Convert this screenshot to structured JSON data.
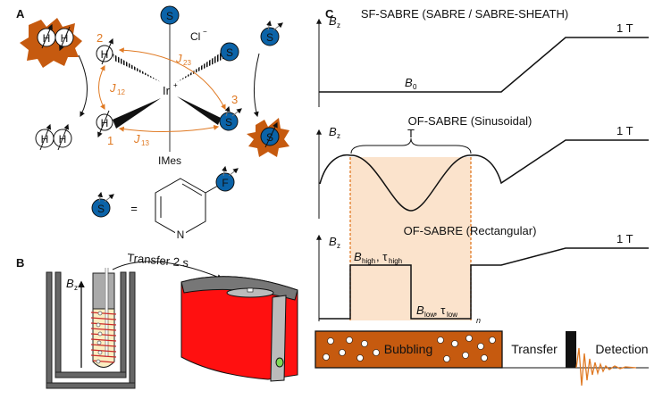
{
  "panels": {
    "A": {
      "label": "A",
      "chloride": "Cl",
      "chloride_sup": "−",
      "metal": "Ir",
      "metal_sup": "+",
      "ligand_bottom": "IMes",
      "hydride_label": "H",
      "substrate_label": "S",
      "fluorine_label": "F",
      "pyridine_N": "N",
      "equals": "=",
      "positions": [
        "1",
        "2",
        "3"
      ],
      "couplings": {
        "j12": "J",
        "j12_sub": "12",
        "j13": "J",
        "j13_sub": "13",
        "j23": "J",
        "j23_sub": "23"
      },
      "colors": {
        "orange": "#c65a0f",
        "coupling": "#e07a24",
        "blue": "#0b63a8"
      }
    },
    "B": {
      "label": "B",
      "field_label": "B",
      "field_sub": "z",
      "transfer_label": "Transfer 2 s",
      "colors": {
        "magnet": "#ff1010",
        "gray": "#777777",
        "led": "#7ed957",
        "coil": "#cc2a2a",
        "sample": "#fbeec2"
      }
    },
    "C": {
      "label": "C",
      "axis_label": "B",
      "axis_sub": "z",
      "sf_title": "SF-SABRE (SABRE / SABRE-SHEATH)",
      "sf_b0": "B",
      "sf_b0_sub": "0",
      "of_sin_title": "OF-SABRE (Sinusoidal)",
      "period_label": "T",
      "of_rect_title": "OF-SABRE (Rectangular)",
      "b_high": "B",
      "b_high_sub": "high",
      "tau_high": ", τ",
      "tau_high_sub": "high",
      "b_low": "B",
      "b_low_sub": "low",
      "tau_low": ", τ",
      "tau_low_sub": "low",
      "repeat_n": "n",
      "field_1t": "1 T",
      "bubbling": "Bubbling",
      "transfer": "Transfer",
      "detection": "Detection",
      "colors": {
        "bubbling": "#c65a0f",
        "shade": "#fbe3cc",
        "dash": "#e07a24"
      }
    }
  }
}
